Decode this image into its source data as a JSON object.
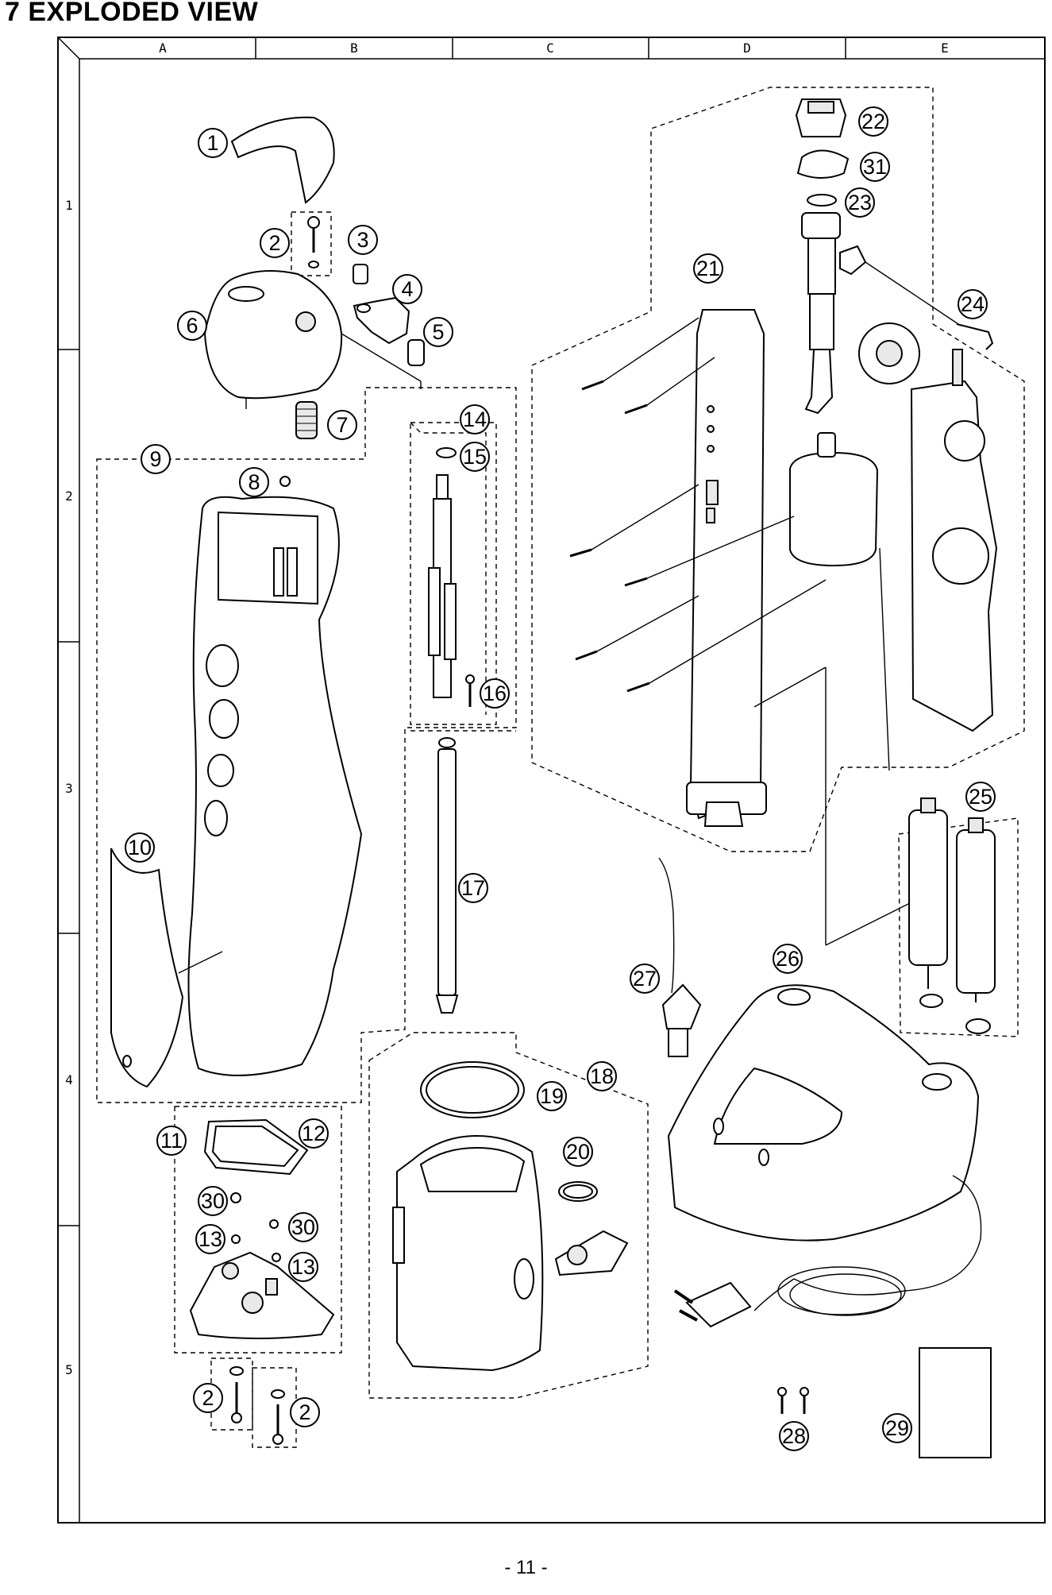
{
  "header": {
    "title": "7   EXPLODED VIEW"
  },
  "grid": {
    "columns": [
      "A",
      "B",
      "C",
      "D",
      "E"
    ],
    "rows": [
      "1",
      "2",
      "3",
      "4",
      "5"
    ]
  },
  "callouts": {
    "c1": "1",
    "c2a": "2",
    "c2b": "2",
    "c2c": "2",
    "c3": "3",
    "c4": "4",
    "c5": "5",
    "c6": "6",
    "c7": "7",
    "c8": "8",
    "c9": "9",
    "c10": "10",
    "c11": "11",
    "c12": "12",
    "c13a": "13",
    "c13b": "13",
    "c14": "14",
    "c15": "15",
    "c16": "16",
    "c17": "17",
    "c18": "18",
    "c19": "19",
    "c20": "20",
    "c21": "21",
    "c22": "22",
    "c23": "23",
    "c24": "24",
    "c25": "25",
    "c26": "26",
    "c27": "27",
    "c28": "28",
    "c29": "29",
    "c30a": "30",
    "c30b": "30",
    "c31": "31"
  },
  "footer": {
    "page_number": "- 11 -"
  }
}
